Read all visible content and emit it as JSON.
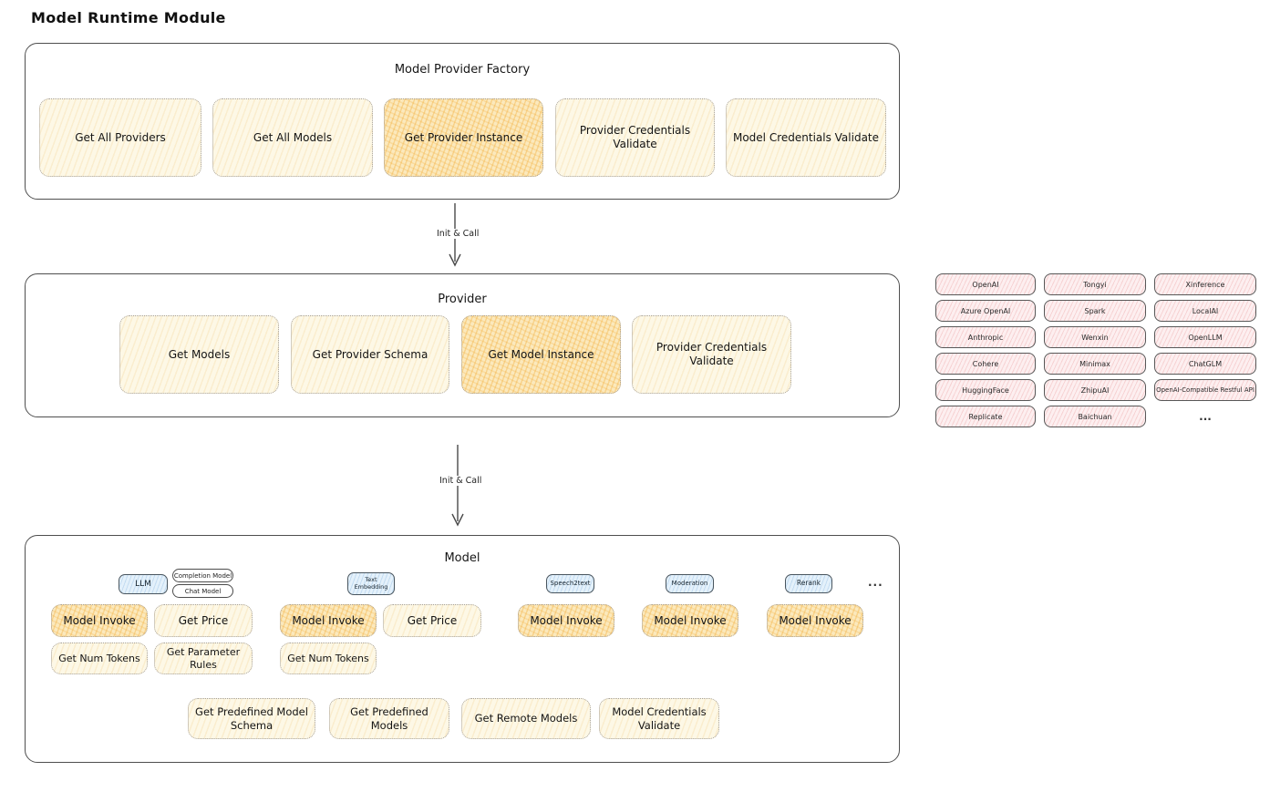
{
  "page_title": "Model Runtime Module",
  "arrows": [
    "Init & Call",
    "Init & Call"
  ],
  "factory": {
    "title": "Model Provider Factory",
    "buttons": [
      {
        "label": "Get All Providers",
        "highlight": false
      },
      {
        "label": "Get All Models",
        "highlight": false
      },
      {
        "label": "Get Provider Instance",
        "highlight": true
      },
      {
        "label": "Provider Credentials Validate",
        "highlight": false
      },
      {
        "label": "Model Credentials Validate",
        "highlight": false
      }
    ]
  },
  "provider": {
    "title": "Provider",
    "buttons": [
      {
        "label": "Get Models",
        "highlight": false
      },
      {
        "label": "Get Provider Schema",
        "highlight": false
      },
      {
        "label": "Get Model Instance",
        "highlight": true
      },
      {
        "label": "Provider Credentials Validate",
        "highlight": false
      }
    ]
  },
  "model": {
    "title": "Model",
    "tags": [
      {
        "label": "LLM"
      },
      {
        "label": "Completion Model"
      },
      {
        "label": "Chat Model"
      },
      {
        "label": "Text Embedding"
      },
      {
        "label": "Speech2text"
      },
      {
        "label": "Moderation"
      },
      {
        "label": "Rerank"
      }
    ],
    "more_label": "...",
    "buttons": [
      {
        "label": "Model Invoke",
        "highlight": true
      },
      {
        "label": "Get Price",
        "highlight": false
      },
      {
        "label": "Get Num Tokens",
        "highlight": false
      },
      {
        "label": "Get Parameter Rules",
        "highlight": false
      },
      {
        "label": "Model Invoke",
        "highlight": true
      },
      {
        "label": "Get Price",
        "highlight": false
      },
      {
        "label": "Get Num Tokens",
        "highlight": false
      },
      {
        "label": "Model Invoke",
        "highlight": true
      },
      {
        "label": "Model Invoke",
        "highlight": true
      },
      {
        "label": "Model Invoke",
        "highlight": true
      },
      {
        "label": "Get Predefined Model Schema",
        "highlight": false
      },
      {
        "label": "Get Predefined Models",
        "highlight": false
      },
      {
        "label": "Get Remote Models",
        "highlight": false
      },
      {
        "label": "Model Credentials Validate",
        "highlight": false
      }
    ]
  },
  "providers_grid": {
    "items": [
      "OpenAI",
      "Tongyi",
      "Xinference",
      "Azure OpenAI",
      "Spark",
      "LocalAI",
      "Anthropic",
      "Wenxin",
      "OpenLLM",
      "Cohere",
      "Minimax",
      "ChatGLM",
      "HuggingFace",
      "ZhipuAI",
      "OpenAI-Compatible Restful API",
      "Replicate",
      "Baichuan"
    ],
    "more_label": "..."
  }
}
